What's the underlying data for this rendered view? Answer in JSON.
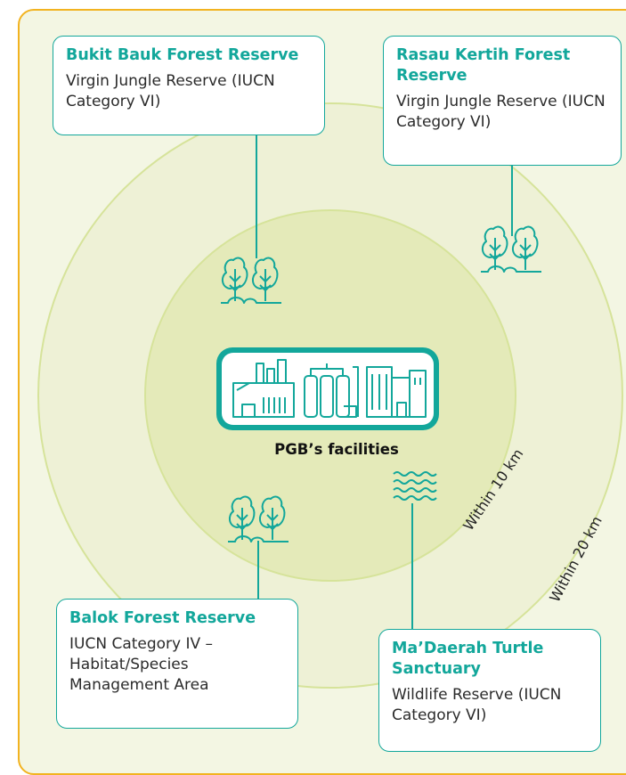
{
  "facility": {
    "label": "PGB’s facilities",
    "icon": "industrial-facility-icon"
  },
  "rings": [
    {
      "label": "Within 10 km"
    },
    {
      "label": "Within 20 km"
    }
  ],
  "reserves": [
    {
      "title": "Bukit Bauk Forest Reserve",
      "description": "Virgin Jungle Reserve (IUCN Category VI)",
      "icon": "trees-icon"
    },
    {
      "title": "Rasau Kertih Forest Reserve",
      "description": "Virgin Jungle Reserve (IUCN Category VI)",
      "icon": "trees-icon"
    },
    {
      "title": "Balok Forest Reserve",
      "description": "IUCN Category IV – Habitat/Species Management Area",
      "icon": "trees-icon"
    },
    {
      "title": "Ma’Daerah Turtle Sanctuary",
      "description": "Wildlife Reserve (IUCN Category VI)",
      "icon": "waves-icon"
    }
  ],
  "colors": {
    "accent": "#13a79b",
    "outer_ring": "#eef1d6",
    "inner_ring": "#e4eab9",
    "ring_stroke": "#d6e39a",
    "border": "#f2b320"
  }
}
